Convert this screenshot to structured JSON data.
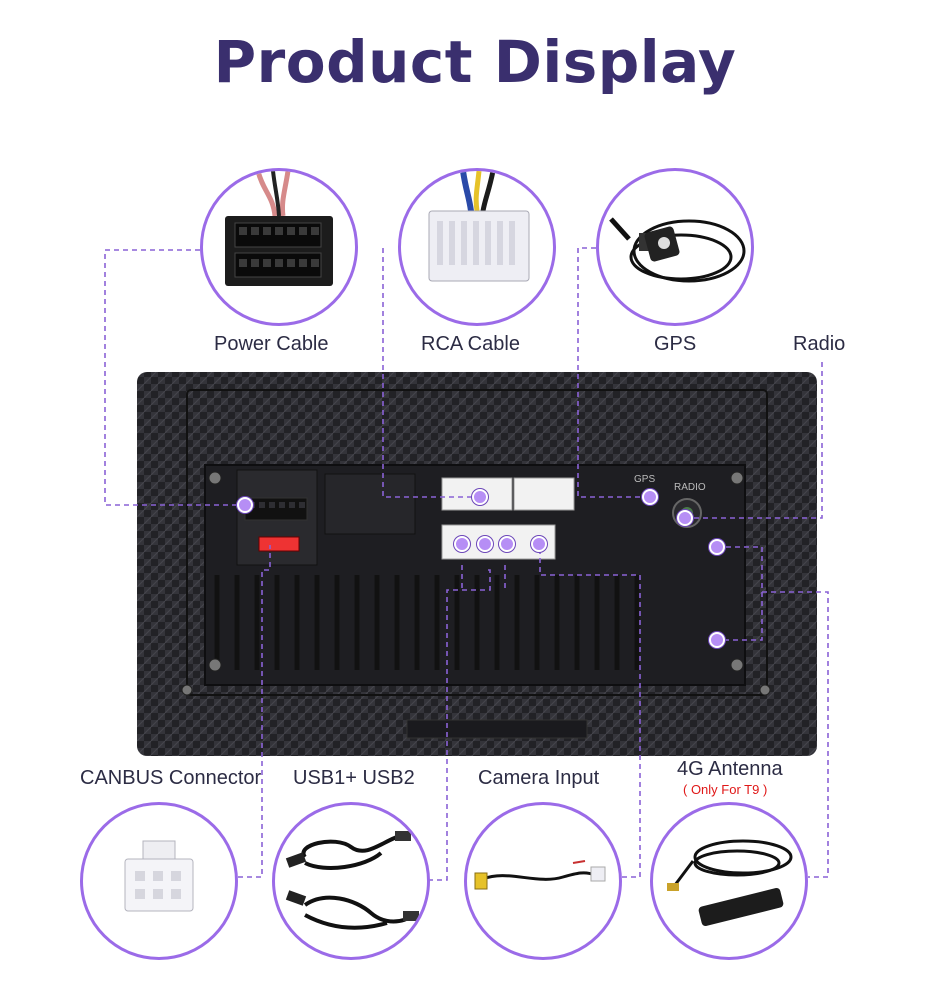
{
  "title": "Product Display",
  "accent_color": "#9b6be8",
  "title_color": "#3a2f6e",
  "top_items": [
    {
      "label": "Power Cable",
      "icon": "power-cable-connector"
    },
    {
      "label": "RCA Cable",
      "icon": "rca-cable-connector"
    },
    {
      "label": "GPS",
      "icon": "gps-antenna"
    },
    {
      "label": "Radio",
      "icon": "radio-connector"
    }
  ],
  "bottom_items": [
    {
      "label": "CANBUS Connector",
      "icon": "canbus-connector"
    },
    {
      "label": "USB1+ USB2",
      "icon": "usb-cables"
    },
    {
      "label": "Camera Input",
      "icon": "camera-input-cable"
    },
    {
      "label": "4G Antenna",
      "note": "( Only For T9 )",
      "icon": "4g-antenna"
    }
  ],
  "unit_markings": {
    "gps": "GPS",
    "radio": "RADIO"
  }
}
